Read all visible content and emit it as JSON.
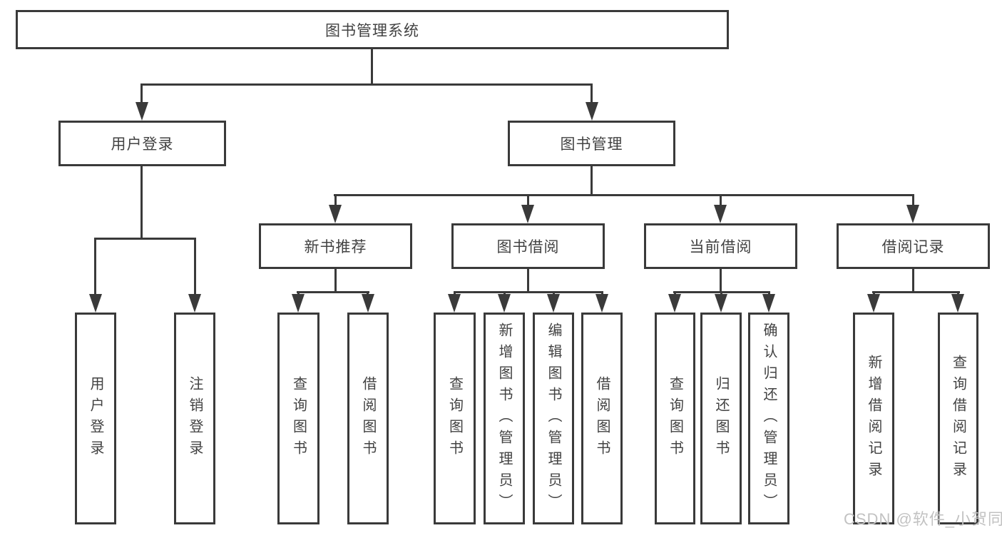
{
  "diagram": {
    "root": {
      "label": "图书管理系统"
    },
    "level2": [
      {
        "label": "用户登录",
        "children": [
          {
            "label": "用户登录"
          },
          {
            "label": "注销登录"
          }
        ]
      },
      {
        "label": "图书管理",
        "children": [
          {
            "label": "新书推荐",
            "children": [
              {
                "label": "查询图书"
              },
              {
                "label": "借阅图书"
              }
            ]
          },
          {
            "label": "图书借阅",
            "children": [
              {
                "label": "查询图书"
              },
              {
                "label": "新增图书（管理员）"
              },
              {
                "label": "编辑图书（管理员）"
              },
              {
                "label": "借阅图书"
              }
            ]
          },
          {
            "label": "当前借阅",
            "children": [
              {
                "label": "查询图书"
              },
              {
                "label": "归还图书"
              },
              {
                "label": "确认归还（管理员）"
              }
            ]
          },
          {
            "label": "借阅记录",
            "children": [
              {
                "label": "新增借阅记录"
              },
              {
                "label": "查询借阅记录"
              }
            ]
          }
        ]
      }
    ]
  },
  "watermark": {
    "text": "CSDN @软件_小贺同学"
  },
  "colors": {
    "line": "#3a3a3a",
    "text": "#424242",
    "wm": "#c2c2c2",
    "bg": "#ffffff"
  }
}
